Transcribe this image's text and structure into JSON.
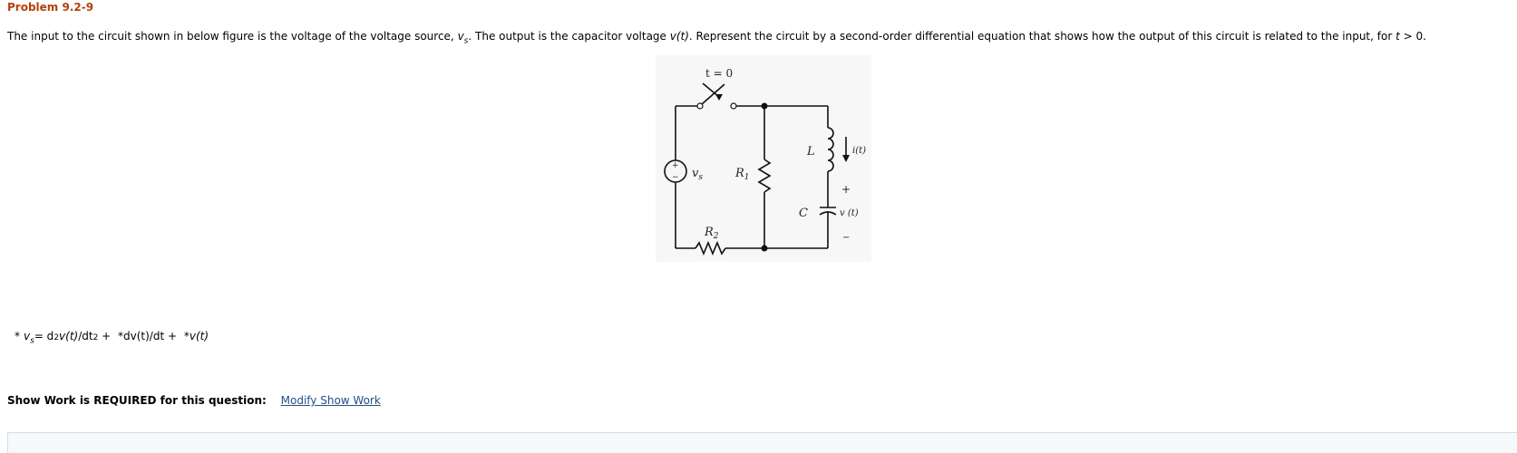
{
  "problem": {
    "title": "Problem 9.2-9"
  },
  "statement": {
    "part1": "The input to the circuit shown in below figure is the voltage of the voltage source, ",
    "vs_main": "v",
    "vs_sub": "s",
    "part2": ". The output is the capacitor voltage ",
    "vt": "v(t)",
    "part3": ". Represent the circuit by a second-order differential equation that shows how the output of this circuit is related to the input, for ",
    "t": "t",
    "part4": " > 0."
  },
  "figure": {
    "switch_label": "t = 0",
    "source_label": "v",
    "source_sub": "s",
    "plus": "+",
    "minus": "−",
    "r1": "R",
    "r1_sub": "1",
    "r2": "R",
    "r2_sub": "2",
    "l": "L",
    "c": "C",
    "current": "i(t)",
    "cap_plus": "+",
    "cap_voltage": "v (t)",
    "cap_minus": "−"
  },
  "equation": {
    "star1": "*",
    "vs_v": "v",
    "vs_s": "s",
    "eq": " = d",
    "sup2": "2",
    "vt": "v(t)",
    "dt": "/dt",
    "sup2b": "2",
    "plus1": " + ",
    "star2": "*",
    "dvdt": "dv(t)/dt",
    "plus2": " + ",
    "star3": "*",
    "vt2": "v(t)"
  },
  "show_work": {
    "required_label": "Show Work is REQUIRED for this question:",
    "link_label": "Modify Show Work"
  },
  "colors": {
    "title": "#b5400a",
    "link": "#1f4d8a",
    "figure_bg": "#f7f7f7"
  }
}
